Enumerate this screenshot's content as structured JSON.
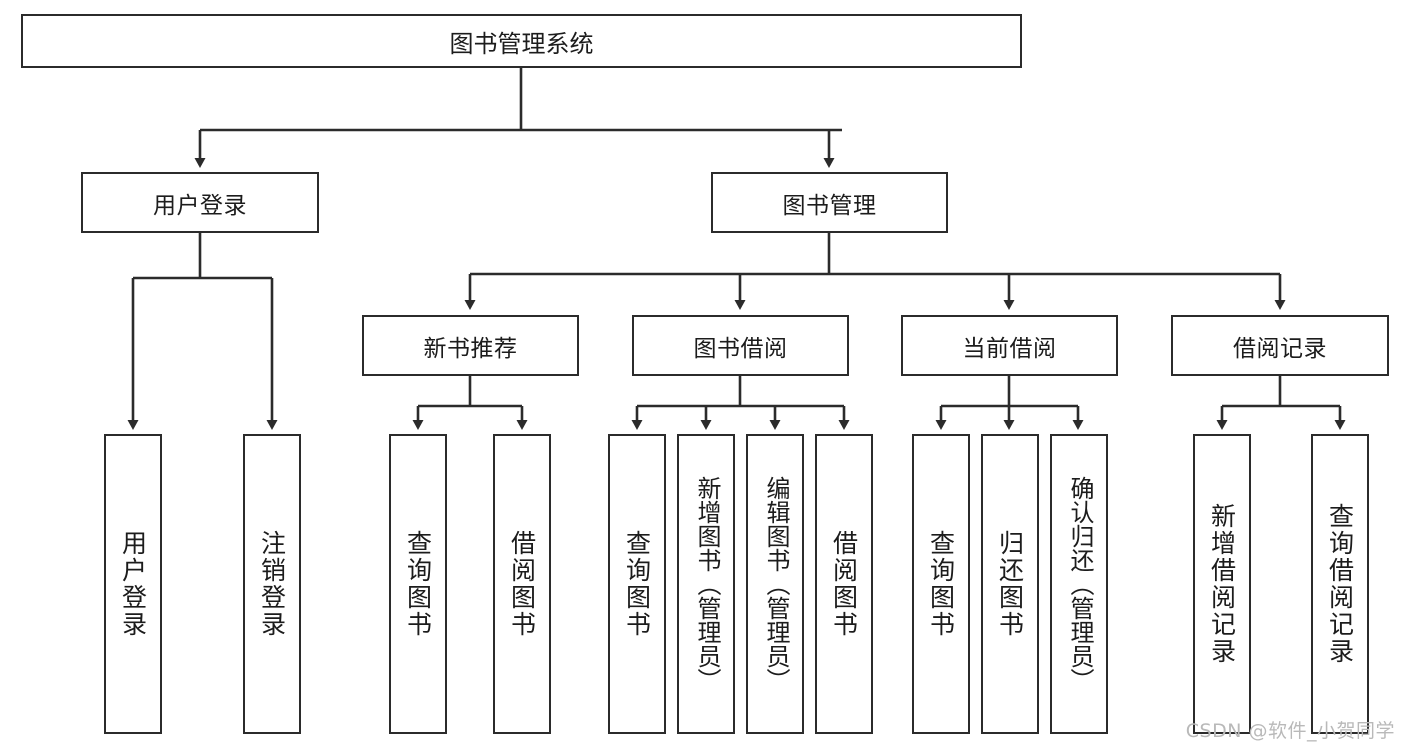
{
  "diagram": {
    "type": "tree-hierarchy",
    "title": "图书管理系统",
    "watermark": "CSDN @软件_小贺同学",
    "colors": {
      "stroke": "#2b2b2b",
      "fill": "#ffffff",
      "text": "#1c1c1c",
      "watermark": "#b9b9b9"
    },
    "levels": {
      "root": {
        "label": "图书管理系统"
      },
      "level2": [
        {
          "id": "user-login",
          "label": "用户登录"
        },
        {
          "id": "book-management",
          "label": "图书管理"
        }
      ],
      "level3": [
        {
          "id": "new-book-recommend",
          "label": "新书推荐",
          "parent": "book-management"
        },
        {
          "id": "book-borrow",
          "label": "图书借阅",
          "parent": "book-management"
        },
        {
          "id": "current-borrow",
          "label": "当前借阅",
          "parent": "book-management"
        },
        {
          "id": "borrow-record",
          "label": "借阅记录",
          "parent": "book-management"
        }
      ],
      "leaves": [
        {
          "id": "leaf-user-login",
          "label": "用户登录",
          "parent": "user-login"
        },
        {
          "id": "leaf-logout-login",
          "label": "注销登录",
          "parent": "user-login"
        },
        {
          "id": "leaf-query-book-1",
          "label": "查询图书",
          "parent": "new-book-recommend"
        },
        {
          "id": "leaf-borrow-book-1",
          "label": "借阅图书",
          "parent": "new-book-recommend"
        },
        {
          "id": "leaf-query-book-2",
          "label": "查询图书",
          "parent": "book-borrow"
        },
        {
          "id": "leaf-add-book",
          "label": "新增图书（管理员）",
          "parent": "book-borrow"
        },
        {
          "id": "leaf-edit-book",
          "label": "编辑图书（管理员）",
          "parent": "book-borrow"
        },
        {
          "id": "leaf-borrow-book-2",
          "label": "借阅图书",
          "parent": "book-borrow"
        },
        {
          "id": "leaf-query-book-3",
          "label": "查询图书",
          "parent": "current-borrow"
        },
        {
          "id": "leaf-return-book",
          "label": "归还图书",
          "parent": "current-borrow"
        },
        {
          "id": "leaf-confirm-return",
          "label": "确认归还（管理员）",
          "parent": "current-borrow"
        },
        {
          "id": "leaf-add-record",
          "label": "新增借阅记录",
          "parent": "borrow-record"
        },
        {
          "id": "leaf-query-record",
          "label": "查询借阅记录",
          "parent": "borrow-record"
        }
      ]
    }
  }
}
